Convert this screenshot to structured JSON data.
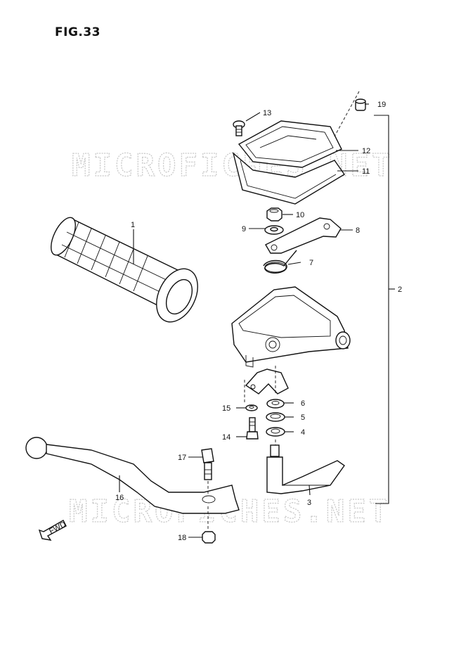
{
  "figure": {
    "title": "FIG.33"
  },
  "watermarks": [
    "MICROFICHES.NET",
    "MICROFICHES.NET"
  ],
  "fwd_label": "FWD",
  "callouts": [
    {
      "id": "c1",
      "label": "1"
    },
    {
      "id": "c2",
      "label": "2"
    },
    {
      "id": "c3",
      "label": "3"
    },
    {
      "id": "c4",
      "label": "4"
    },
    {
      "id": "c5",
      "label": "5"
    },
    {
      "id": "c6",
      "label": "6"
    },
    {
      "id": "c7",
      "label": "7"
    },
    {
      "id": "c8",
      "label": "8"
    },
    {
      "id": "c9",
      "label": "9"
    },
    {
      "id": "c10",
      "label": "10"
    },
    {
      "id": "c11",
      "label": "11"
    },
    {
      "id": "c12",
      "label": "12"
    },
    {
      "id": "c13",
      "label": "13"
    },
    {
      "id": "c14",
      "label": "14"
    },
    {
      "id": "c15",
      "label": "15"
    },
    {
      "id": "c16",
      "label": "16"
    },
    {
      "id": "c17",
      "label": "17"
    },
    {
      "id": "c18",
      "label": "18"
    },
    {
      "id": "c19",
      "label": "19"
    }
  ]
}
